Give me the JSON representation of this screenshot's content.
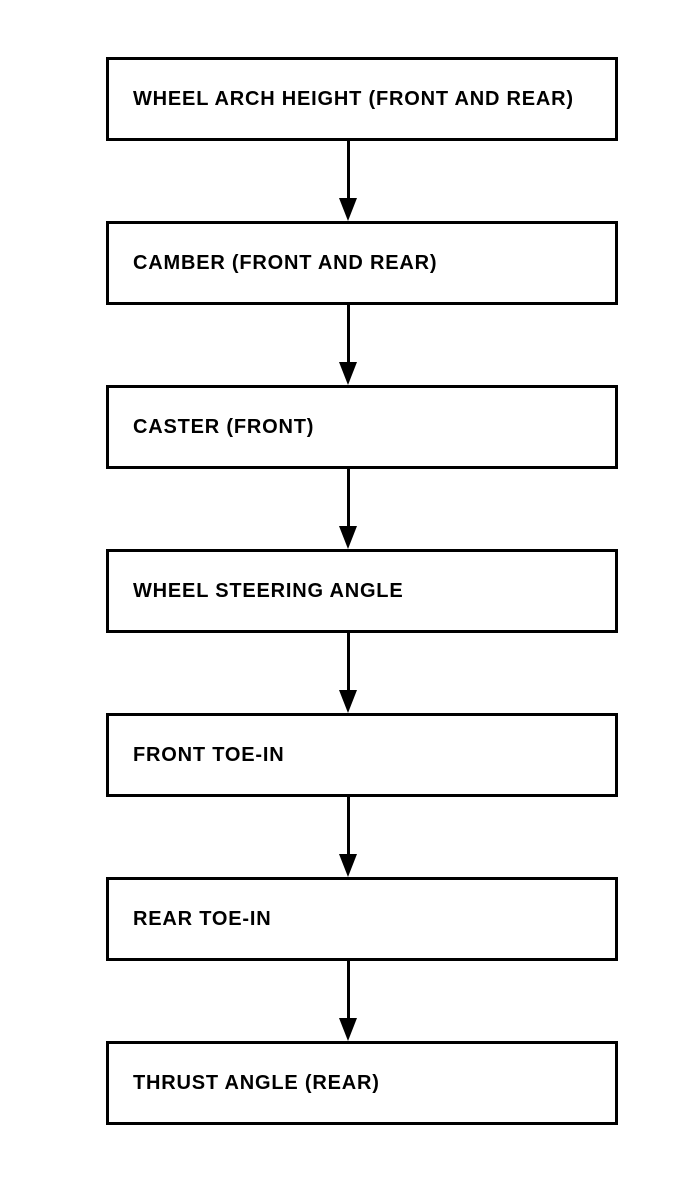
{
  "diagram": {
    "type": "flowchart",
    "direction": "top-down",
    "colors": {
      "background": "#ffffff",
      "box_border": "#000000",
      "box_fill": "#ffffff",
      "text": "#000000",
      "arrow": "#000000"
    },
    "steps": [
      {
        "label": "WHEEL ARCH HEIGHT (FRONT AND REAR)"
      },
      {
        "label": "CAMBER (FRONT AND REAR)"
      },
      {
        "label": "CASTER (FRONT)"
      },
      {
        "label": "WHEEL STEERING ANGLE"
      },
      {
        "label": "FRONT TOE-IN"
      },
      {
        "label": "REAR TOE-IN"
      },
      {
        "label": "THRUST ANGLE (REAR)"
      }
    ]
  }
}
